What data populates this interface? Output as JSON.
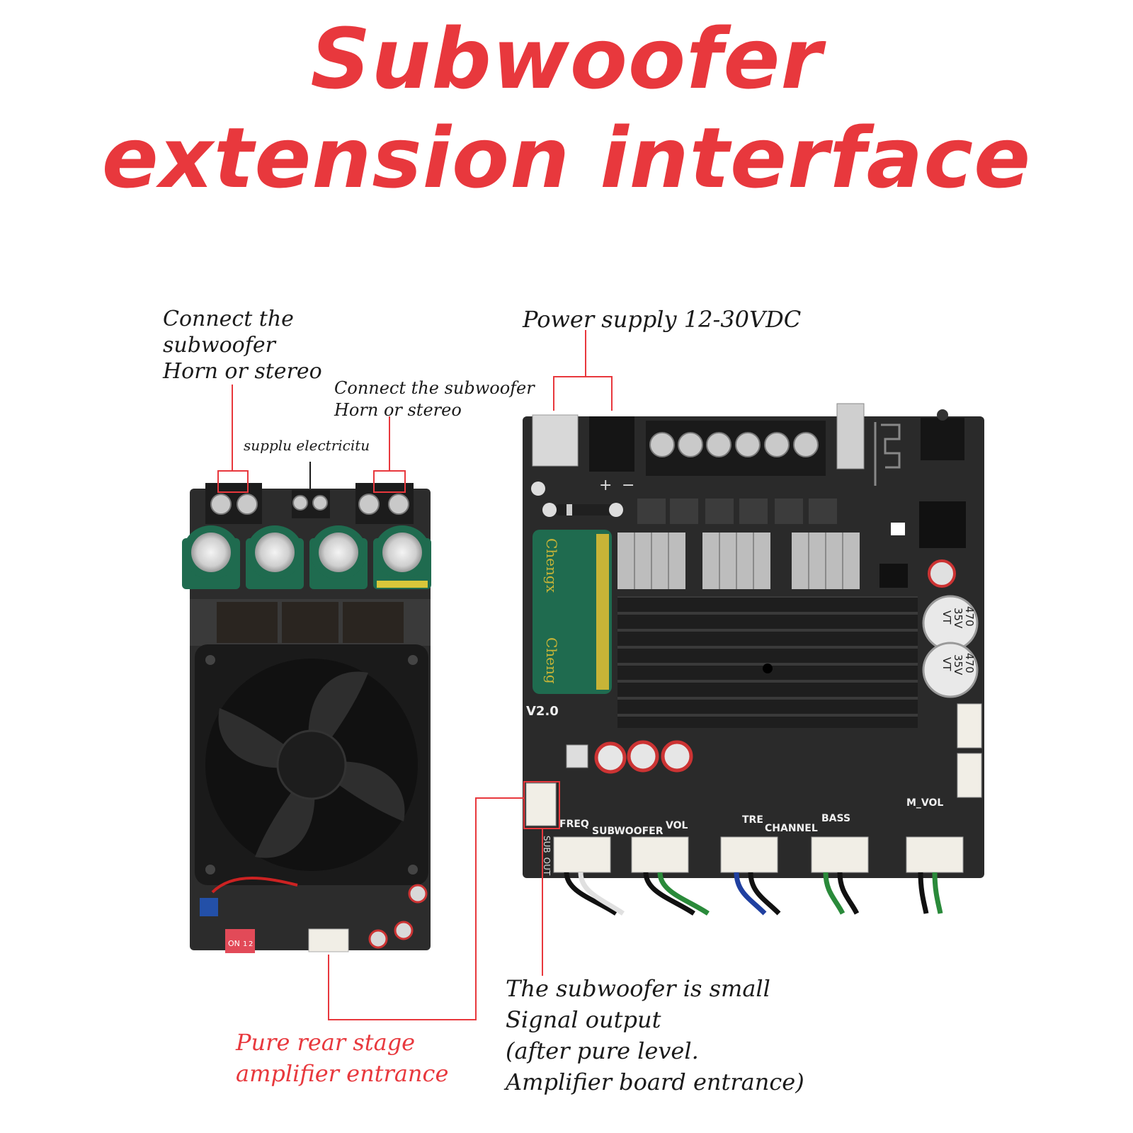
{
  "title": {
    "line1": "Subwoofer",
    "line2": "extension interface"
  },
  "labels": {
    "connect_left": [
      "Connect the",
      "subwoofer",
      "Horn or stereo"
    ],
    "connect_right": [
      "Connect the subwoofer",
      "Horn or stereo"
    ],
    "supply": "supplu electricitu",
    "power_supply": "Power supply 12-30VDC",
    "rear_stage": [
      "Pure rear stage",
      "amplifier entrance"
    ],
    "signal_output": [
      "The subwoofer is small",
      "Signal output",
      "(after pure level.",
      "Amplifier board entrance)"
    ]
  },
  "board_left": {
    "pcb_texts": [
      "ON",
      "1",
      "2"
    ]
  },
  "board_right": {
    "version": "V2.0",
    "cap_texts": [
      "Chengx",
      "Cheng"
    ],
    "small_cap": [
      "470",
      "35V",
      "VT"
    ],
    "plus_minus": [
      "+",
      "−"
    ],
    "connector_labels": [
      "FREQ",
      "SUBWOOFER",
      "VOL",
      "TRE",
      "CHANNEL",
      "BASS",
      "M_VOL"
    ],
    "sub_out": "SUB_OUT"
  },
  "colors": {
    "accent_red": "#e8383d",
    "pcb_black": "#2a2a2a",
    "cap_green": "#1f6b4f"
  }
}
